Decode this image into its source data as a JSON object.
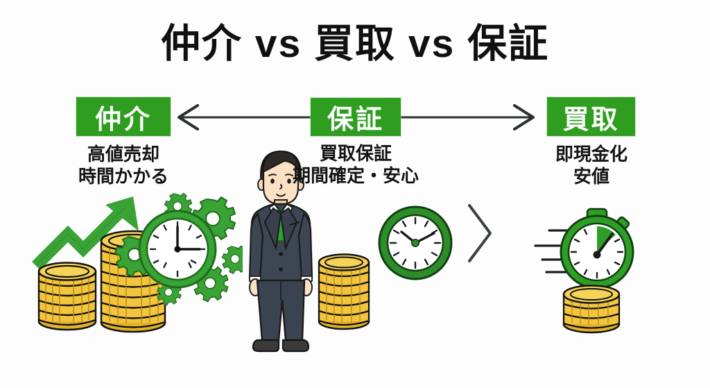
{
  "page": {
    "title": "仲介 vs 買取 vs 保証",
    "background_color": "#fdfdfd",
    "accent_green": "#2f9e20",
    "coin_gold": "#f2c53d",
    "suit_navy": "#3e4654",
    "arrow_color": "#2b2f33"
  },
  "columns": [
    {
      "key": "brokerage",
      "badge_label": "仲介",
      "caption_line1": "高値売却",
      "caption_line2": "時間かかる",
      "icons": [
        "coin-stacks-icon",
        "growth-arrow-icon",
        "clock-gears-icon"
      ]
    },
    {
      "key": "guarantee",
      "badge_label": "保証",
      "caption_line1": "買取保証",
      "caption_line2": "期間確定・安心",
      "icons": [
        "businessman-icon",
        "coin-stack-icon",
        "wall-clock-icon",
        "chevron-right-icon"
      ]
    },
    {
      "key": "purchase",
      "badge_label": "買取",
      "caption_line1": "即現金化",
      "caption_line2": "安値",
      "icons": [
        "stopwatch-icon",
        "speed-lines-icon",
        "coin-stack-small-icon"
      ]
    }
  ],
  "arrow": {
    "name": "double-headed-arrow",
    "direction": "both",
    "from_label": "仲介",
    "to_label": "買取"
  }
}
